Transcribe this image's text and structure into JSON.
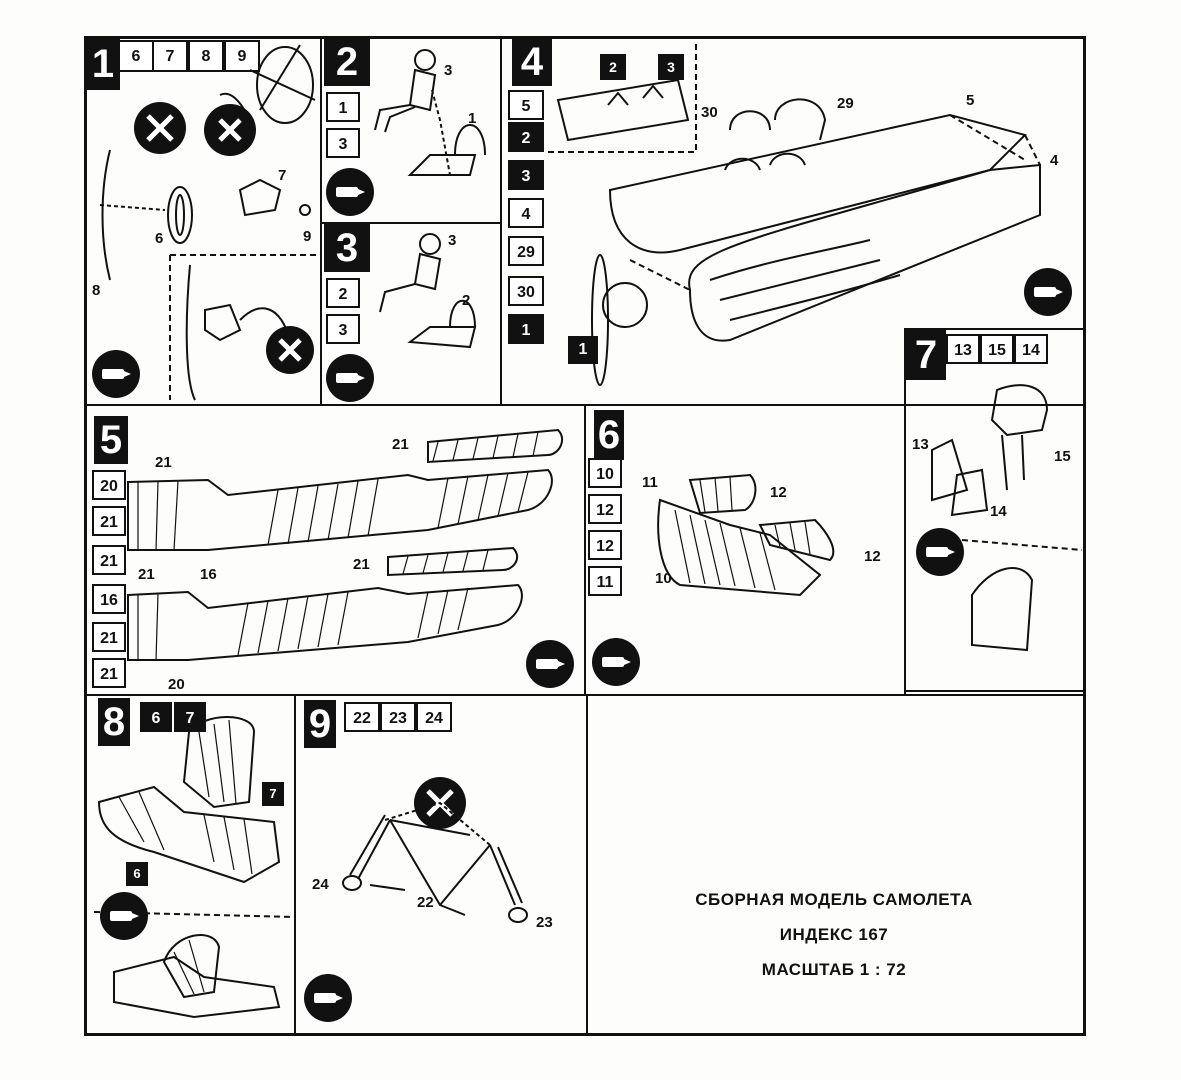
{
  "step1": {
    "num": "1",
    "parts": [
      "6",
      "7",
      "8",
      "9"
    ],
    "labels": [
      "7",
      "6",
      "9",
      "8"
    ]
  },
  "step2": {
    "num": "2",
    "parts": [
      "1",
      "3"
    ],
    "labels": [
      "3",
      "1"
    ]
  },
  "step3": {
    "num": "3",
    "parts": [
      "2",
      "3"
    ],
    "labels": [
      "3",
      "2"
    ]
  },
  "step4": {
    "num": "4",
    "parts": [
      "5",
      "2",
      "3",
      "4",
      "29",
      "30",
      "1"
    ],
    "sub_parts": [
      "2",
      "3"
    ],
    "labels": [
      "30",
      "29",
      "5",
      "4"
    ],
    "bottom_part": "1"
  },
  "step5": {
    "num": "5",
    "parts": [
      "20",
      "21",
      "21",
      "16",
      "21",
      "21"
    ],
    "labels": [
      "21",
      "21",
      "21",
      "21",
      "16",
      "20"
    ]
  },
  "step6": {
    "num": "6",
    "parts": [
      "10",
      "12",
      "12",
      "11"
    ],
    "labels": [
      "11",
      "12",
      "12",
      "10"
    ]
  },
  "step7": {
    "num": "7",
    "parts": [
      "13",
      "15",
      "14"
    ],
    "labels": [
      "13",
      "15",
      "14"
    ]
  },
  "step8": {
    "num": "8",
    "parts": [
      "6",
      "7"
    ],
    "labels": [
      "7",
      "6"
    ]
  },
  "step9": {
    "num": "9",
    "parts": [
      "22",
      "23",
      "24"
    ],
    "labels": [
      "24",
      "22",
      "23"
    ]
  },
  "caption": {
    "line1": "СБОРНАЯ МОДЕЛЬ САМОЛЕТА",
    "line2": "ИНДЕКС 167",
    "line3": "МАСШТАБ 1 : 72"
  }
}
